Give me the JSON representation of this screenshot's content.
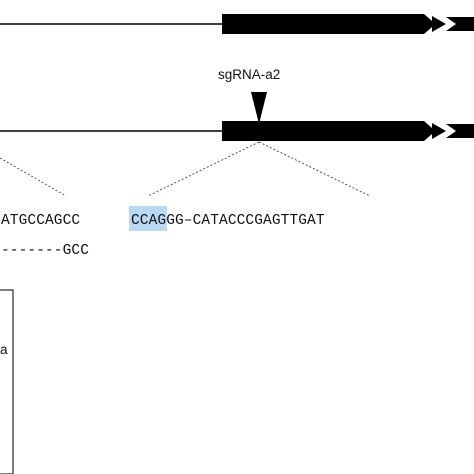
{
  "labels": {
    "sgrna": "sgRNA-a2"
  },
  "sequences": {
    "left_top": "ATGCCAGCC",
    "right_pam": "CCA",
    "right_rest": "GGG–CATACCCGAGTTGAT",
    "left_bottom": "-------GCC",
    "box_fragment": "a"
  },
  "colors": {
    "pam_highlight": "#b8d8f4",
    "ink": "#111111",
    "line": "#000000"
  }
}
